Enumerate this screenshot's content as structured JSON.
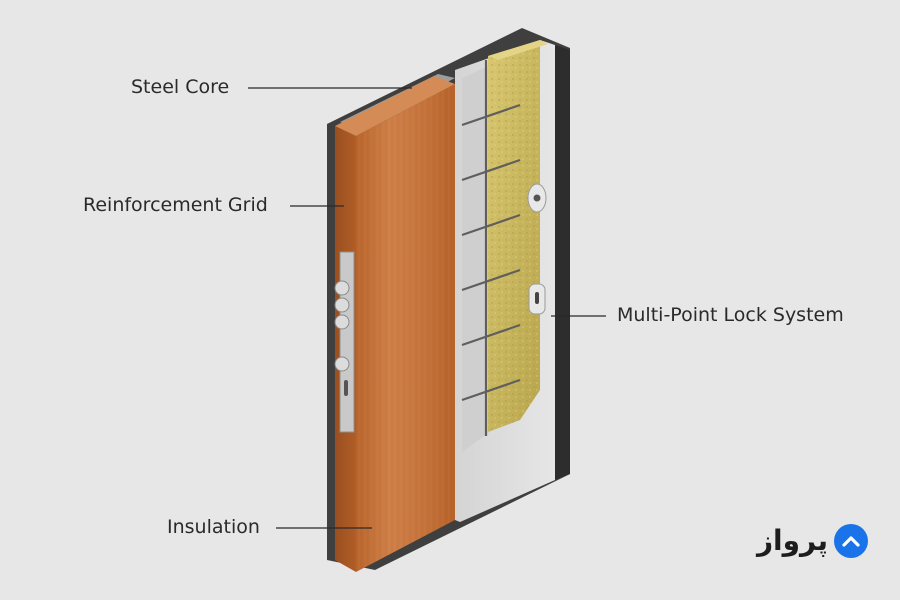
{
  "labels": {
    "steel_core": "Steel Core",
    "reinforcement_grid": "Reinforcement Grid",
    "insulation": "Insulation",
    "multi_point_lock": "Multi-Point Lock System"
  },
  "brand": {
    "name": "پرواز",
    "accent_color": "#1a73e8",
    "logo_icon": "chevron-up-icon"
  },
  "colors": {
    "background": "#e7e7e7",
    "wood_veneer": "#c8743c",
    "steel_frame": "#4a4a4a",
    "insulation": "#c9b65a"
  }
}
